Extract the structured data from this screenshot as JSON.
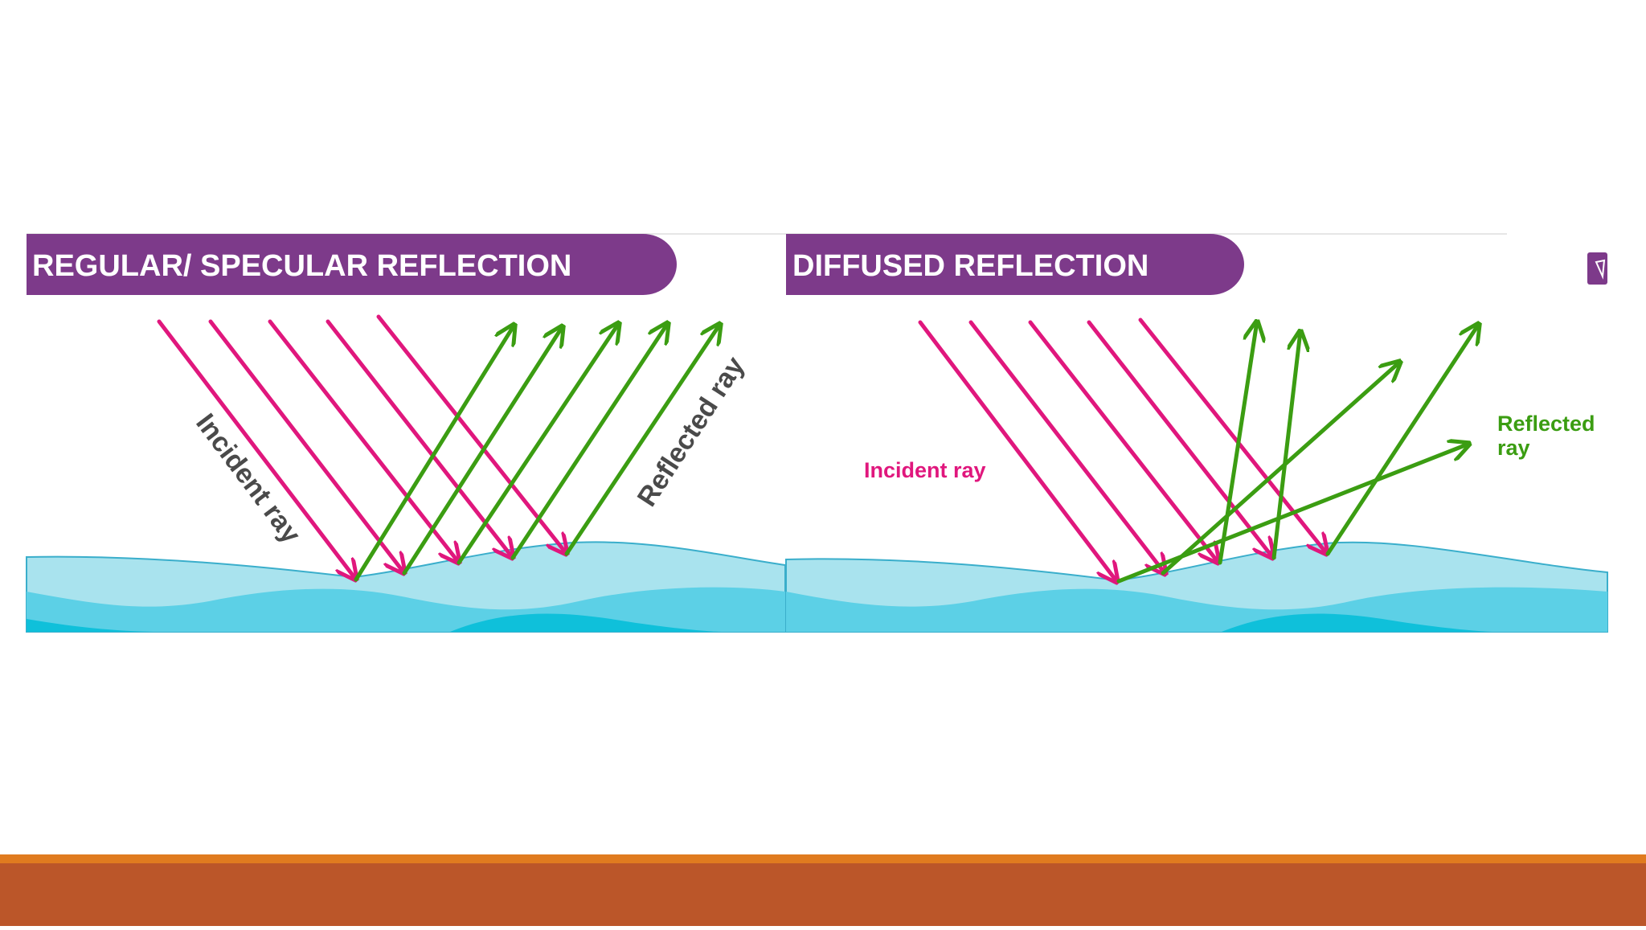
{
  "colors": {
    "banner": "#7d3a8a",
    "incident": "#e0177d",
    "reflected": "#3b9d12",
    "water_light": "#a9e3ee",
    "water_mid": "#5cd0e6",
    "water_deep": "#0fc0da",
    "footer_stripe": "#e07b1f",
    "footer_band": "#bb5629"
  },
  "panels": {
    "specular": {
      "title": "REGULAR/ SPECULAR REFLECTION",
      "incident_label": "Incident ray",
      "reflected_label": "Reflected ray"
    },
    "diffused": {
      "title": "DIFFUSED REFLECTION",
      "incident_label": "Incident ray",
      "reflected_label_line1": "Reflected",
      "reflected_label_line2": "ray"
    }
  }
}
